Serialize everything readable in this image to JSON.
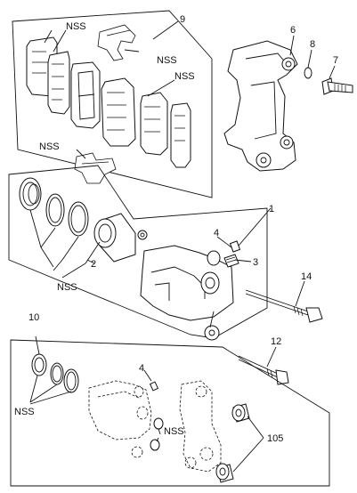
{
  "diagram": {
    "labels": {
      "c9": "9",
      "c6": "6",
      "c8": "8",
      "c7": "7",
      "c1": "1",
      "c4a": "4",
      "c3": "3",
      "c2": "2",
      "c14": "14",
      "c10": "10",
      "c12": "12",
      "c4b": "4",
      "c105": "105"
    },
    "nss_label": "NSS"
  }
}
